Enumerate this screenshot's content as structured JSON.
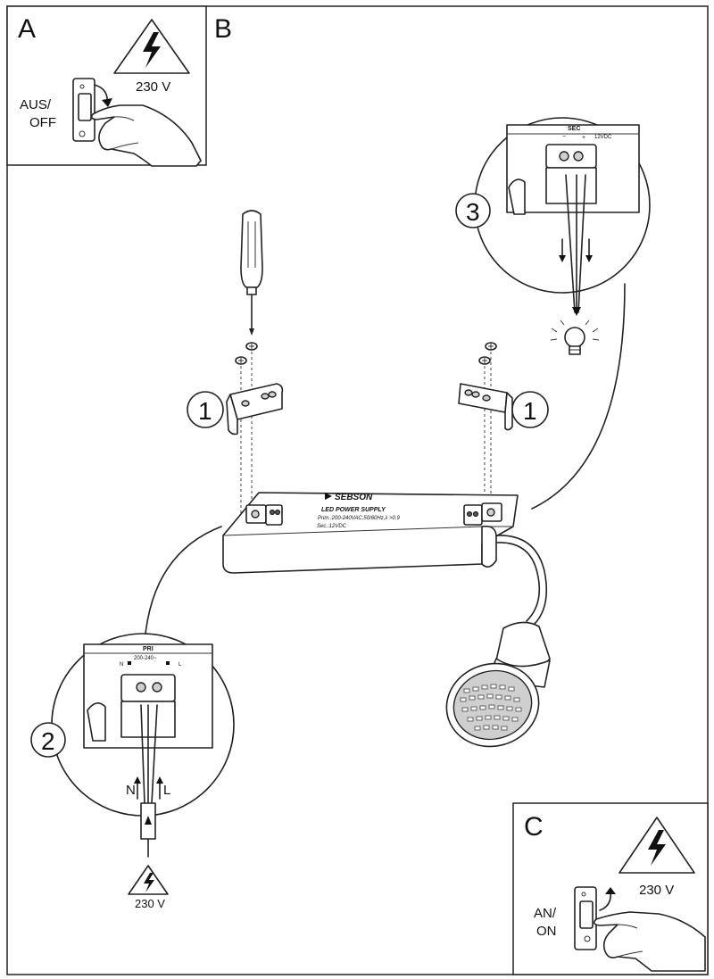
{
  "panels": {
    "a": {
      "letter": "A",
      "voltage": "230 V",
      "switch_label_line1": "AUS/",
      "switch_label_line2": "OFF"
    },
    "b": {
      "letter": "B"
    },
    "c": {
      "letter": "C",
      "voltage": "230 V",
      "switch_label_line1": "AN/",
      "switch_label_line2": "ON"
    }
  },
  "steps": {
    "step1": "1",
    "step2": "2",
    "step3": "3"
  },
  "power_supply": {
    "brand": "SEBSON",
    "line1": "LED POWER SUPPLY",
    "line2": "Prim.:200-240VAC,50/60Hz,λ >0.9",
    "line3": "Sec.:12VDC"
  },
  "detail_primary": {
    "header": "PRI",
    "range": "200-240~",
    "n_label": "N",
    "l_label": "L",
    "voltage": "230 V"
  },
  "detail_secondary": {
    "header": "SEC",
    "output": "12VDC"
  },
  "icons": [
    "high-voltage-icon",
    "screwdriver-icon",
    "light-bulb-icon",
    "hand-icon",
    "wall-switch-icon"
  ]
}
